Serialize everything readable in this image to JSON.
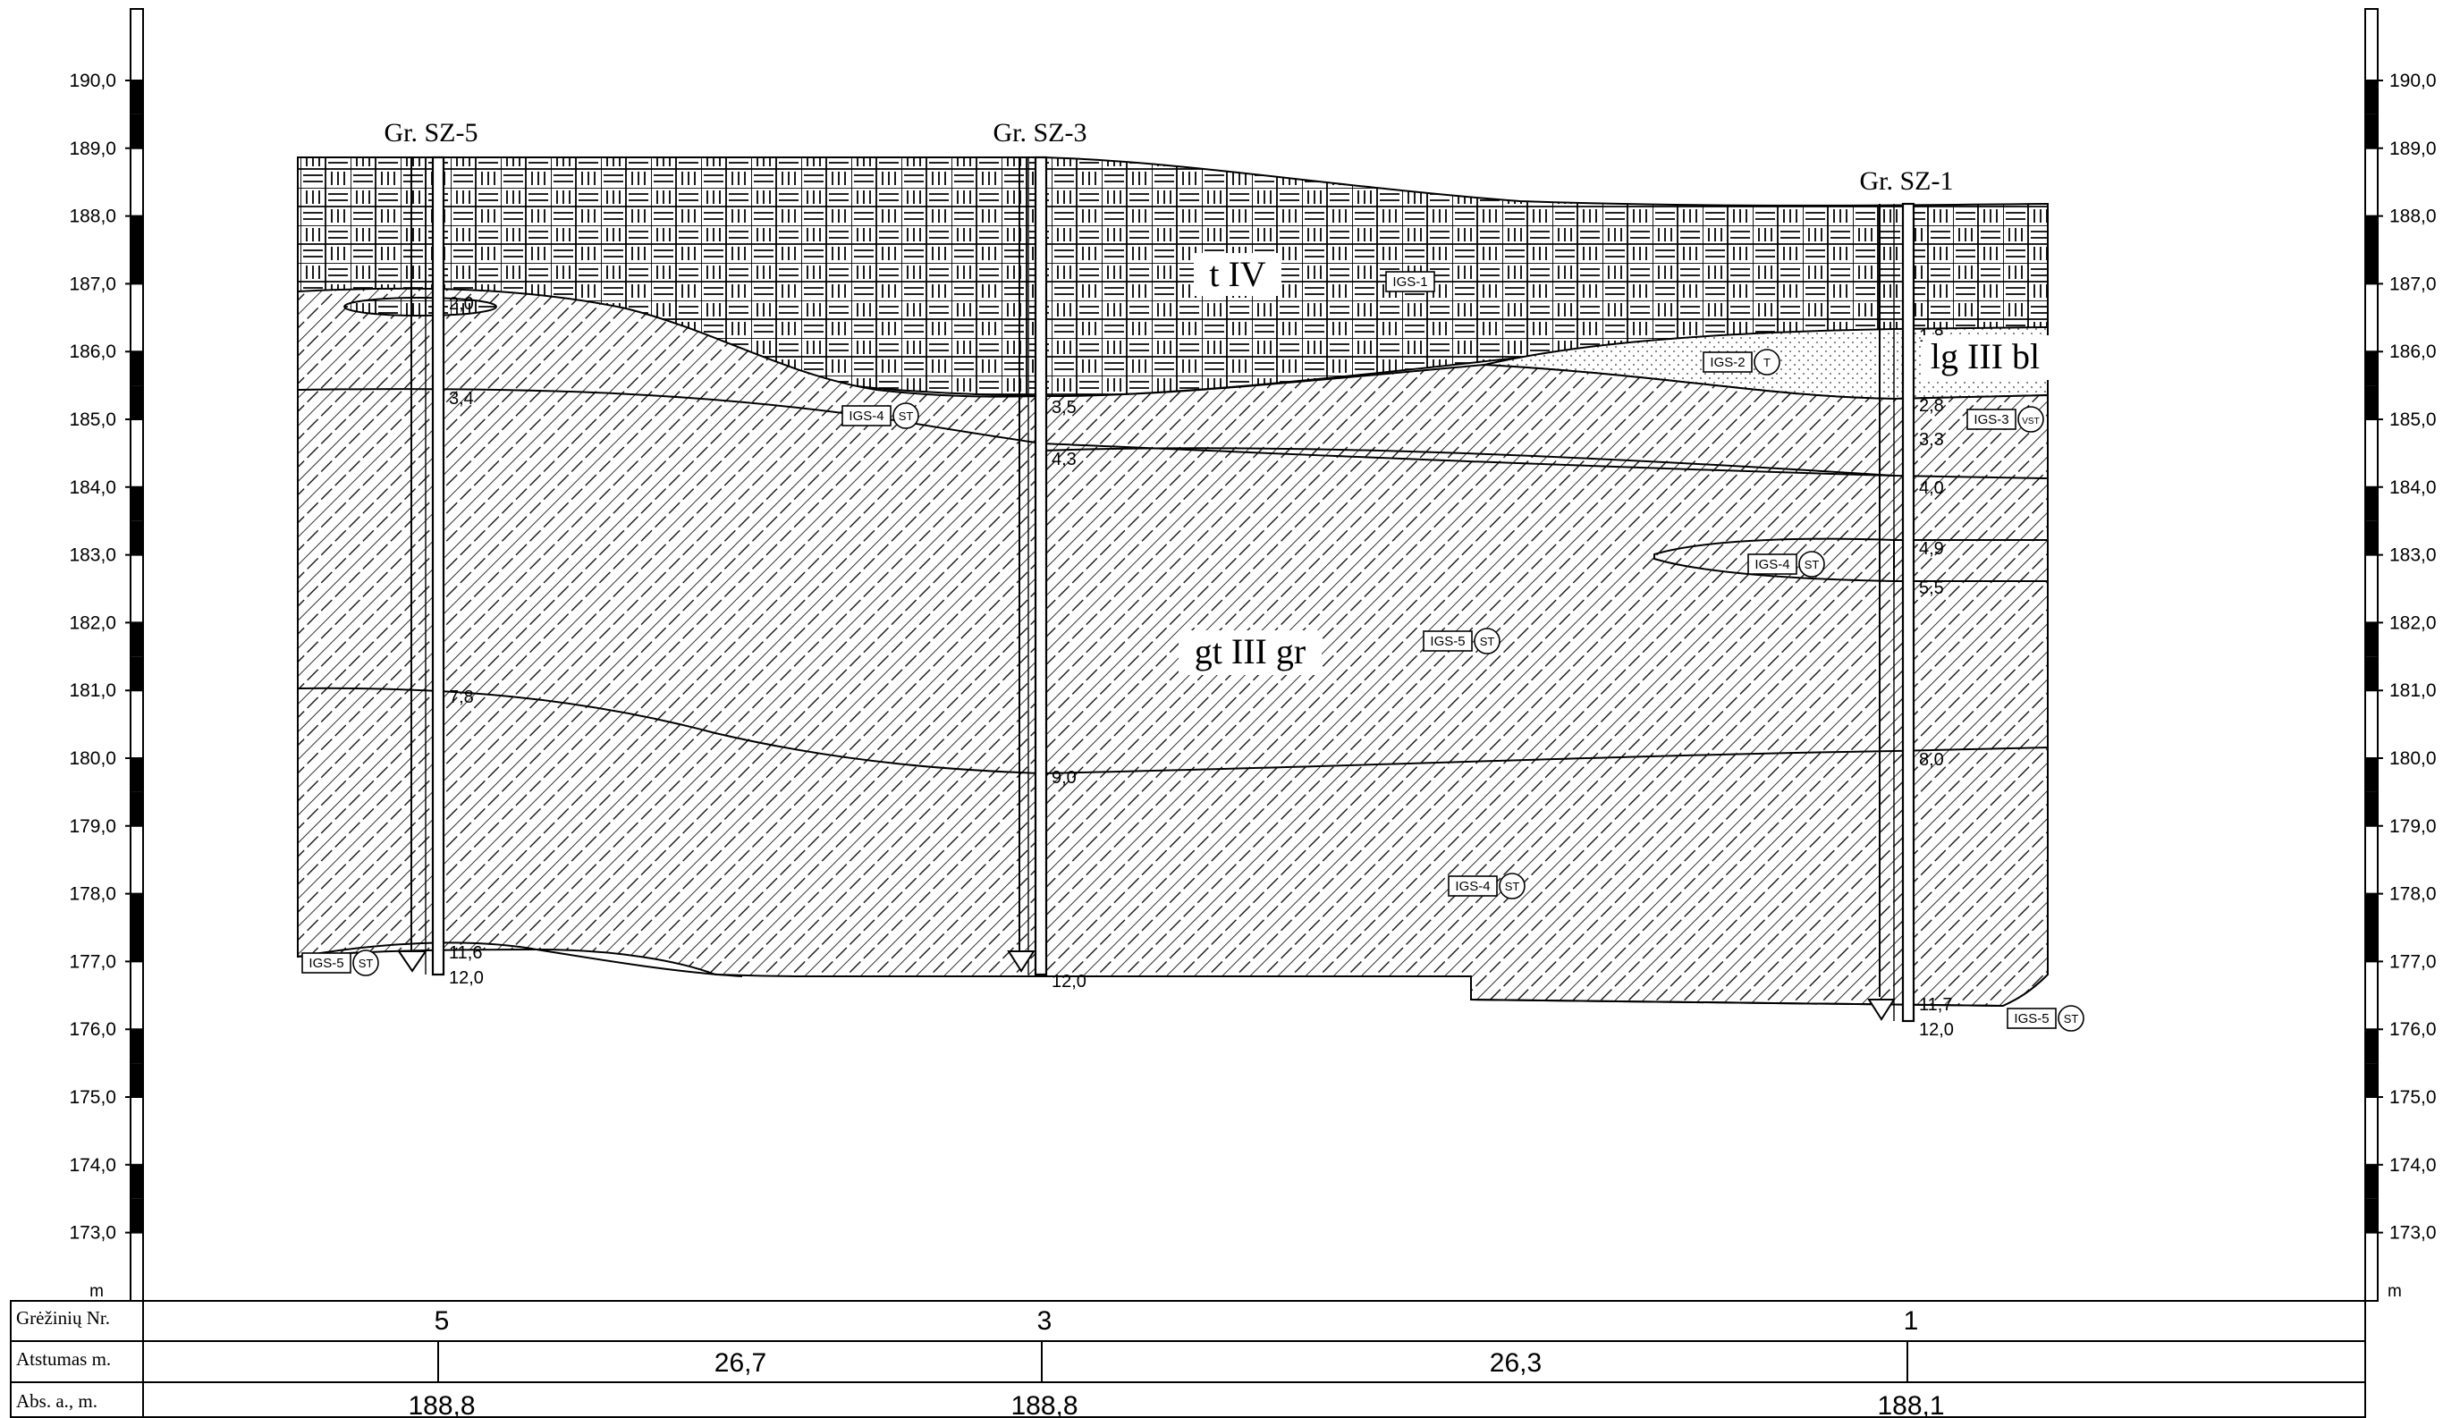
{
  "scale": {
    "unit": "m",
    "ticks": [
      "190,0",
      "189,0",
      "188,0",
      "187,0",
      "186,0",
      "185,0",
      "184,0",
      "183,0",
      "182,0",
      "181,0",
      "180,0",
      "179,0",
      "178,0",
      "177,0",
      "176,0",
      "175,0",
      "174,0",
      "173,0"
    ]
  },
  "boreholes": [
    {
      "title": "Gr. SZ-5",
      "number": "5",
      "abs": "188,8",
      "depths": [
        "2,0",
        "3,4",
        "7,8",
        "11,6",
        "12,0"
      ]
    },
    {
      "title": "Gr. SZ-3",
      "number": "3",
      "abs": "188,8",
      "depths": [
        "3,5",
        "4,3",
        "9,0",
        "12,0"
      ]
    },
    {
      "title": "Gr. SZ-1",
      "number": "1",
      "abs": "188,1",
      "depths": [
        "1,8",
        "2,8",
        "3,3",
        "4,0",
        "4,9",
        "5,5",
        "8,0",
        "11,7",
        "12,0"
      ]
    }
  ],
  "distances": [
    "26,7",
    "26,3"
  ],
  "table": {
    "row_labels": [
      "Grėžinių Nr.",
      "Atstumas m.",
      "Abs. a., m."
    ]
  },
  "unit_labels": {
    "technogenic": "t IV",
    "glaciolacustrine": "lg III bl",
    "till": "gt III gr"
  },
  "tags": [
    {
      "igs": "IGS-1",
      "sym": ""
    },
    {
      "igs": "IGS-2",
      "sym": "T"
    },
    {
      "igs": "IGS-3",
      "sym": "VST"
    },
    {
      "igs": "IGS-4",
      "sym": "ST"
    },
    {
      "igs": "IGS-4",
      "sym": "ST"
    },
    {
      "igs": "IGS-5",
      "sym": "ST"
    },
    {
      "igs": "IGS-4",
      "sym": "ST"
    },
    {
      "igs": "IGS-5",
      "sym": "ST"
    },
    {
      "igs": "IGS-5",
      "sym": "ST"
    }
  ]
}
